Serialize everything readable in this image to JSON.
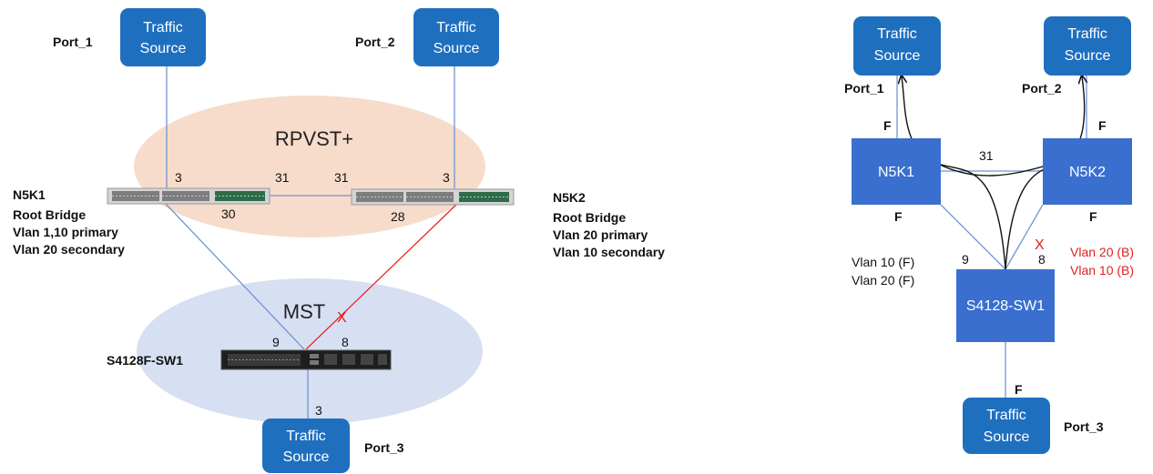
{
  "colors": {
    "box_fill": "#1f6fbf",
    "square_fill": "#3a6fcf",
    "link_blue": "#6f95d4",
    "link_red": "#ee2222",
    "rpvst_zone": "#f7dccb",
    "mst_zone": "#d6e0f2",
    "blocked": "#e02020"
  },
  "left": {
    "traffic_source_label": "Traffic Source",
    "traffic_source_line1": "Traffic",
    "traffic_source_line2": "Source",
    "port_1": "Port_1",
    "port_2": "Port_2",
    "port_3": "Port_3",
    "rpvst_zone": "RPVST+",
    "mst_zone": "MST",
    "n5k1": {
      "name": "N5K1",
      "role": "Root Bridge",
      "vlan_primary": "Vlan 1,10 primary",
      "vlan_secondary": "Vlan 20 secondary"
    },
    "n5k2": {
      "name": "N5K2",
      "role": "Root Bridge",
      "vlan_primary": "Vlan 20 primary",
      "vlan_secondary": "Vlan 10 secondary"
    },
    "switch_name": "S4128F-SW1",
    "ports": {
      "n5k1_up": "3",
      "n5k1_peer": "31",
      "n5k1_down": "30",
      "n5k2_peer": "31",
      "n5k2_up": "3",
      "n5k2_down": "28",
      "sw_left": "9",
      "sw_right": "8",
      "sw_down": "3"
    },
    "blocked_mark": "X"
  },
  "right": {
    "traffic_source_line1": "Traffic",
    "traffic_source_line2": "Source",
    "port_1": "Port_1",
    "port_2": "Port_2",
    "port_3": "Port_3",
    "n5k1": "N5K1",
    "n5k2": "N5K2",
    "switch_name": "S4128-SW1",
    "peer_port": "31",
    "sw_port_left": "9",
    "sw_port_right": "8",
    "state_f": "F",
    "vlan_left_1": "Vlan 10 (F)",
    "vlan_left_2": "Vlan 20 (F)",
    "vlan_right_1": "Vlan 20 (B)",
    "vlan_right_2": "Vlan 10 (B)",
    "blocked_mark": "X"
  }
}
